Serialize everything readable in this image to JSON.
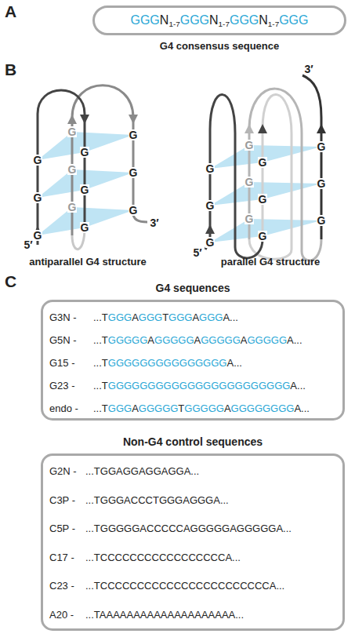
{
  "diagram": {
    "nodes": [
      {
        "text": [
          "GGGN1-7GGGN1-7GGGN1-7GGG",
          "G4 consensus sequence"
        ]
      },
      {
        "text": [
          "G4 sequences",
          "G3N -",
          "...TGGGAGGGTGGGAGGGA...",
          "G5N -",
          "...TGGGGGAGGGGGAGGGGGAGGGGGA...",
          "G15 -",
          "...TGGGGGGGGGGGGGGGA...",
          "G23 -",
          "...TGGGGGGGGGGGGGGGGGGGGGGGA...",
          "endo -",
          "...TGGGAGGGGGTGGGGGAGGGGGGGGA..."
        ]
      },
      {
        "text": [
          "Non-G4 control sequences",
          "G2N -",
          "...TGGAGGAGGAGGA...",
          "C3P -",
          "...TGGGACCCTGGGAGGGA...",
          "C5P -",
          "...TGGGGGACCCCCAGGGGGAGGGGGA...",
          "C17 -",
          "...TCCCCCCCCCCCCCCCCCA...",
          "C23 -",
          "...TCCCCCCCCCCCCCCCCCCCCCCCA...",
          "A20 -",
          "...TAAAAAAAAAAAAAAAAAAAA..."
        ]
      }
    ],
    "labels": [
      "A",
      "B",
      "G",
      "G",
      "G",
      "G",
      "G",
      "G",
      "G",
      "G",
      "G",
      "G",
      "G",
      "G",
      "5′",
      "3′",
      "antiparallel G4 structure",
      "G",
      "G",
      "G",
      "G",
      "G",
      "G",
      "G",
      "G",
      "G",
      "G",
      "G",
      "G",
      "5′",
      "3′",
      "parallel G4 structure",
      "C"
    ]
  }
}
